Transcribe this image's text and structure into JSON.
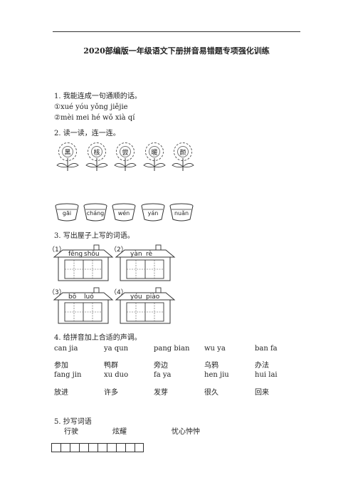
{
  "title": "2020部编版一年级语文下册拼音易错题专项强化训练",
  "q1": {
    "heading": "1. 我能连成一句通顺的话。",
    "lines": [
      "①xué yóu yǒng jiějie",
      "②mèi mei hé wǒ xià qí"
    ]
  },
  "q2": {
    "heading": "2. 读一读，连一连。",
    "flowers": [
      "黑",
      "核",
      "尝",
      "暖",
      "颜"
    ],
    "pots": [
      "gāi",
      "cháng",
      "wén",
      "yán",
      "nuǎn"
    ]
  },
  "q3": {
    "heading": "3. 写出屋子上写的词语。",
    "houses": [
      {
        "num": "（1）",
        "pinyin": [
          "fēng",
          "shōu"
        ]
      },
      {
        "num": "（2）",
        "pinyin": [
          "yàn",
          "rè"
        ]
      },
      {
        "num": "（3）",
        "pinyin": [
          "bō",
          "luó"
        ]
      },
      {
        "num": "（4）",
        "pinyin": [
          "yóu",
          "piào"
        ]
      }
    ]
  },
  "q4": {
    "heading": "4. 给拼音加上合适的声调。",
    "row1_pinyin": [
      "can jia",
      "ya qun",
      "pang bian",
      "wu ya",
      "ban fa"
    ],
    "row1_hanzi": [
      "参加",
      "鸭群",
      "旁边",
      "乌鸦",
      "办法"
    ],
    "row2_pinyin": [
      "fang jin",
      "xu duo",
      "fa ya",
      "hen jiu",
      "hui lai"
    ],
    "row2_hanzi": [
      "放进",
      "许多",
      "发芽",
      "很久",
      "回来"
    ]
  },
  "q5": {
    "heading": "5. 抄写词语",
    "words": [
      "行驶",
      "炫耀",
      "忧心忡忡"
    ]
  }
}
